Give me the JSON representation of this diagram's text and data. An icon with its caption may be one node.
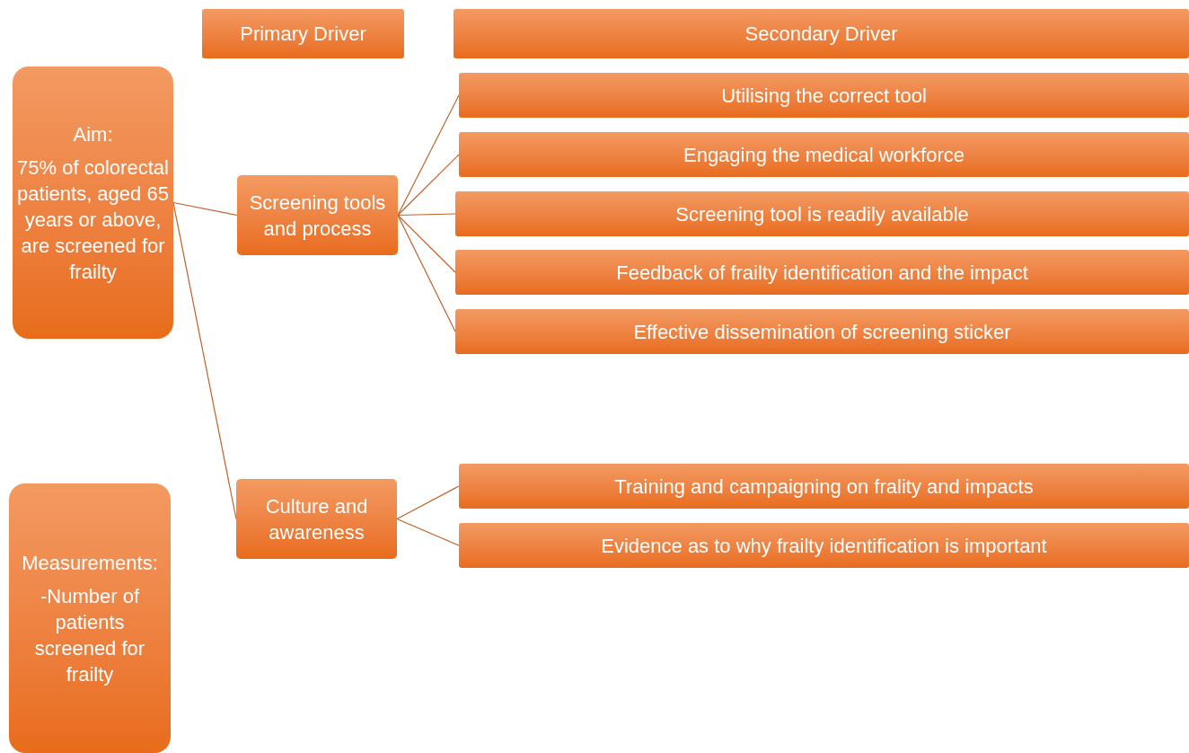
{
  "diagram": {
    "nodes": [
      {
        "text": [
          "Primary Driver"
        ]
      },
      {
        "text": [
          "Secondary Driver"
        ]
      },
      {
        "text": [
          "Aim:",
          "75% of colorectal patients, aged 65 years or above, are screened for frailty"
        ]
      },
      {
        "text": [
          "Screening tools and process"
        ]
      },
      {
        "text": [
          "Utilising the correct tool"
        ]
      },
      {
        "text": [
          "Engaging the medical workforce"
        ]
      },
      {
        "text": [
          "Screening tool is readily available"
        ]
      },
      {
        "text": [
          "Feedback of frailty identification and the impact"
        ]
      },
      {
        "text": [
          "Effective dissemination of screening sticker"
        ]
      },
      {
        "text": [
          "Culture and awareness"
        ]
      },
      {
        "text": [
          "Training and campaigning on frality and impacts"
        ]
      },
      {
        "text": [
          "Evidence as to why frailty identification is important"
        ]
      },
      {
        "text": [
          "Measurements:",
          "-Number of patients screened for frailty"
        ]
      }
    ],
    "edges": [
      {
        "from": 2,
        "to": 3,
        "arrow": "none"
      },
      {
        "from": 2,
        "to": 9,
        "arrow": "none"
      },
      {
        "from": 3,
        "to": 4,
        "arrow": "none"
      },
      {
        "from": 3,
        "to": 5,
        "arrow": "none"
      },
      {
        "from": 3,
        "to": 6,
        "arrow": "none"
      },
      {
        "from": 3,
        "to": 7,
        "arrow": "none"
      },
      {
        "from": 3,
        "to": 8,
        "arrow": "none"
      },
      {
        "from": 9,
        "to": 10,
        "arrow": "none"
      },
      {
        "from": 9,
        "to": 11,
        "arrow": "none"
      }
    ]
  }
}
